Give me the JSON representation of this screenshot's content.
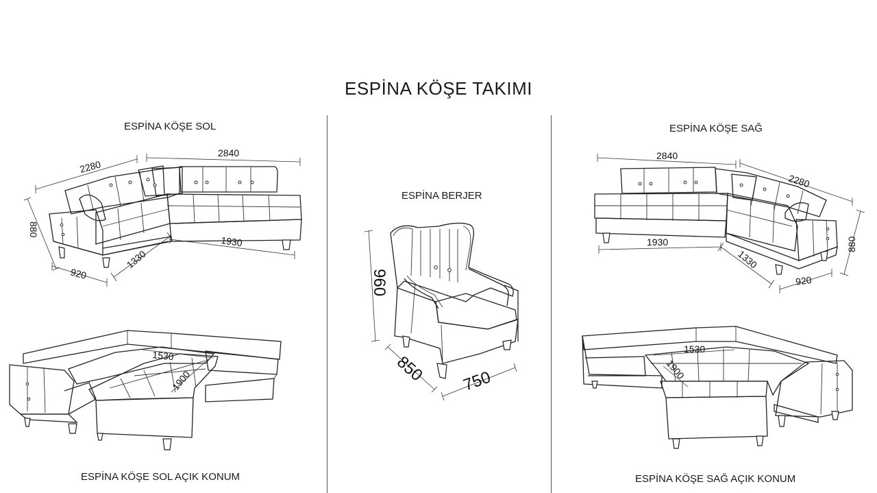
{
  "title": "ESPİNA KÖŞE TAKIMI",
  "views": {
    "left_corner": {
      "label": "ESPİNA KÖŞE SOL",
      "dims": {
        "d1": "2280",
        "d2": "2840",
        "d3": "880",
        "d4": "1330",
        "d5": "1930",
        "d6": "920"
      }
    },
    "right_corner": {
      "label": "ESPİNA KÖŞE SAĞ",
      "dims": {
        "d1": "2840",
        "d2": "2280",
        "d3": "1930",
        "d4": "880",
        "d5": "1330",
        "d6": "920"
      }
    },
    "armchair": {
      "label": "ESPİNA BERJER",
      "dims": {
        "height": "960",
        "depth": "850",
        "width": "750"
      }
    },
    "left_open": {
      "label": "ESPİNA KÖŞE SOL AÇIK KONUM",
      "dims": {
        "d1": "1530",
        "d2": "1900"
      }
    },
    "right_open": {
      "label": "ESPİNA KÖŞE SAĞ AÇIK KONUM",
      "dims": {
        "d1": "1530",
        "d2": "1900"
      }
    }
  }
}
